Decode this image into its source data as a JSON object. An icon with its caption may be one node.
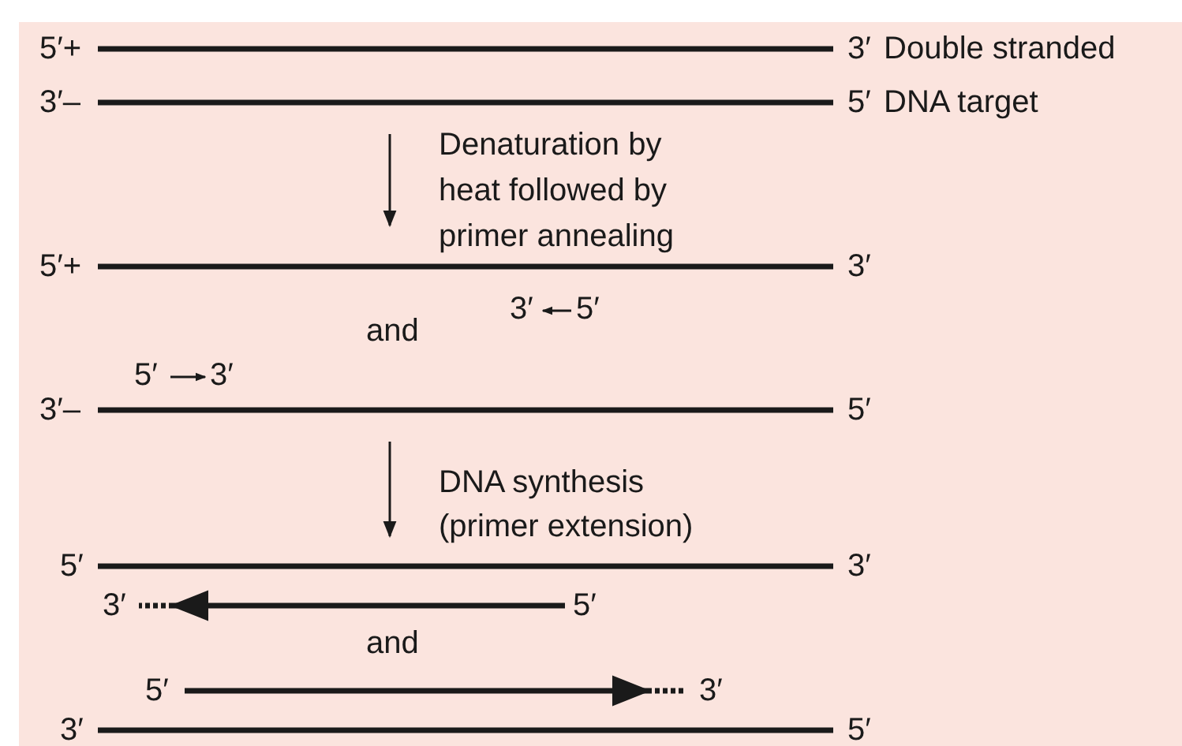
{
  "diagram": {
    "labels": [
      "5′+",
      "3′",
      "Double stranded DNA target",
      "3′–",
      "5′",
      "Denaturation by heat followed by primer annealing",
      "5′+",
      "3′",
      "3′",
      "5′",
      "and",
      "5′",
      "3′",
      "3′–",
      "5′",
      "DNA synthesis (primer extension)",
      "5′",
      "3′",
      "3′",
      "5′",
      "and",
      "5′",
      "3′",
      "3′",
      "5′"
    ]
  }
}
